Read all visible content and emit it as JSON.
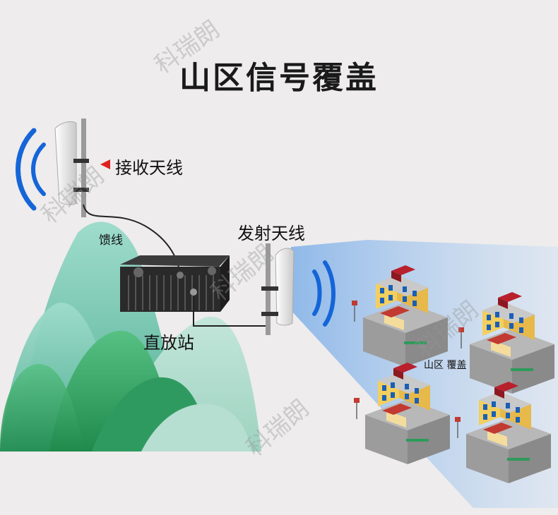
{
  "title": "山区信号覆盖",
  "labels": {
    "receive_antenna": "接收天线",
    "transmit_antenna": "发射天线",
    "feeder": "馈线",
    "repeater": "直放站",
    "coverage_area": "山区 覆盖"
  },
  "watermark": "科瑞朗",
  "colors": {
    "background": "#eeecec",
    "signal_wave": "#1565d8",
    "pointer_red": "#e02020",
    "beam": "#a9c9ee",
    "house_wall": "#f2cf5e",
    "house_roof": "#b8202c",
    "mountain_teal": "#6fc4ae",
    "mountain_green": "#2e9a5a"
  },
  "icons": [
    "panel-antenna-icon",
    "repeater-unit-icon",
    "house-icon",
    "signal-wave-icon",
    "red-pointer-icon"
  ]
}
